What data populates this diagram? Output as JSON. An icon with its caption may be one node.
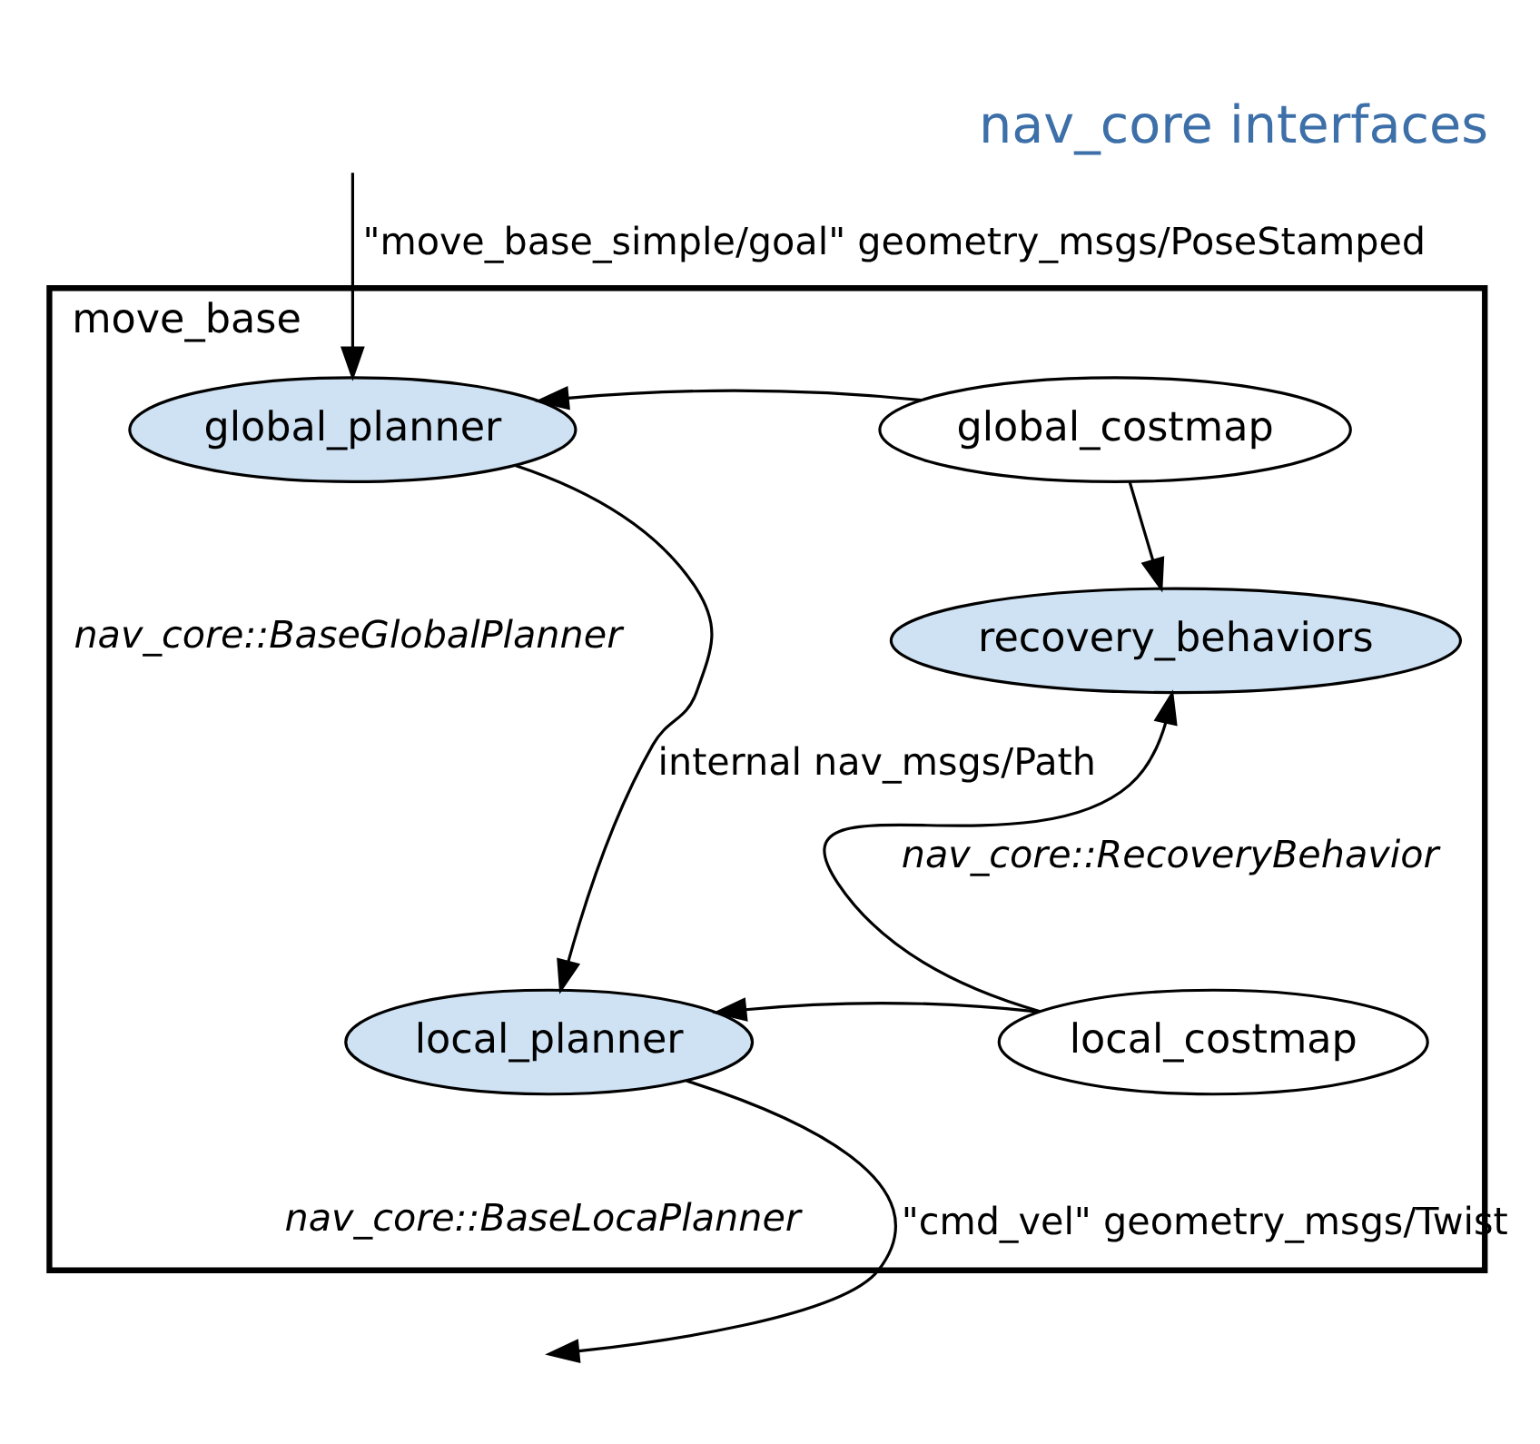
{
  "diagram": {
    "title": "nav_core interfaces",
    "nodes": [
      {
        "text": [
          "move_base"
        ]
      },
      {
        "text": [
          "global_planner"
        ],
        "in": 0,
        "beside": [
          "nav_core::BaseGlobalPlanner"
        ]
      },
      {
        "text": [
          "global_costmap"
        ],
        "in": 0
      },
      {
        "text": [
          "recovery_behaviors"
        ],
        "in": 0,
        "beside": [
          "nav_core::RecoveryBehavior"
        ]
      },
      {
        "text": [
          "local_planner"
        ],
        "in": 0,
        "beside": [
          "nav_core::BaseLocaPlanner"
        ]
      },
      {
        "text": [
          "local_costmap"
        ],
        "in": 0
      }
    ],
    "edges": [
      {
        "from": null,
        "to": 1,
        "arrow": "to",
        "label": "\"move_base_simple/goal\" geometry_msgs/PoseStamped"
      },
      {
        "from": 2,
        "to": 1,
        "arrow": "to"
      },
      {
        "from": 2,
        "to": 3,
        "arrow": "to"
      },
      {
        "from": 1,
        "to": 4,
        "arrow": "to",
        "label": "internal nav_msgs/Path"
      },
      {
        "from": 5,
        "to": 4,
        "arrow": "to"
      },
      {
        "from": 5,
        "to": 3,
        "arrow": "to"
      },
      {
        "from": 4,
        "to": null,
        "arrow": "to",
        "label": "\"cmd_vel\" geometry_msgs/Twist"
      }
    ]
  }
}
